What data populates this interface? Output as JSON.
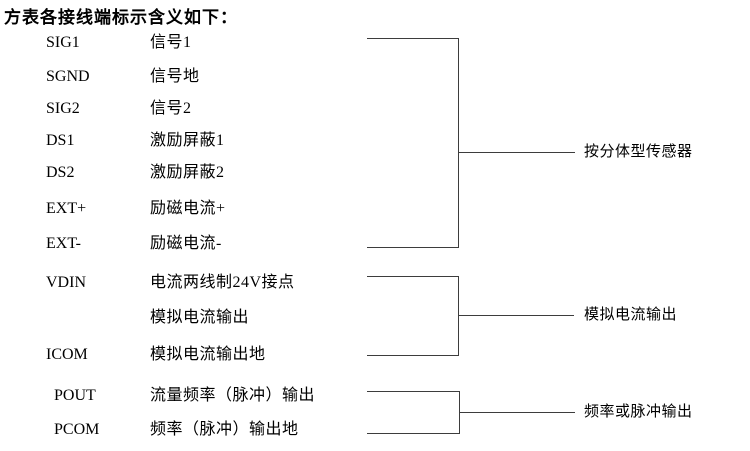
{
  "title": "方表各接线端标示含义如下：",
  "rows": [
    {
      "terminal": "SIG1",
      "meaning": "信号1"
    },
    {
      "terminal": "SGND",
      "meaning": "信号地"
    },
    {
      "terminal": "SIG2",
      "meaning": "信号2"
    },
    {
      "terminal": "DS1",
      "meaning": "激励屏蔽1"
    },
    {
      "terminal": "DS2",
      "meaning": "激励屏蔽2"
    },
    {
      "terminal": "EXT+",
      "meaning": "励磁电流+"
    },
    {
      "terminal": "EXT-",
      "meaning": "励磁电流-"
    },
    {
      "terminal": "VDIN",
      "meaning": "电流两线制24V接点"
    },
    {
      "terminal": "",
      "meaning": "模拟电流输出"
    },
    {
      "terminal": "ICOM",
      "meaning": "模拟电流输出地"
    },
    {
      "terminal": "POUT",
      "meaning": "流量频率（脉冲）输出"
    },
    {
      "terminal": "PCOM",
      "meaning": "频率（脉冲）输出地"
    }
  ],
  "groups": [
    {
      "label": "按分体型传感器"
    },
    {
      "label": "模拟电流输出"
    },
    {
      "label": "频率或脉冲输出"
    }
  ],
  "colors": {
    "text": "#000000",
    "line": "#3d3d3d",
    "background": "#ffffff"
  }
}
